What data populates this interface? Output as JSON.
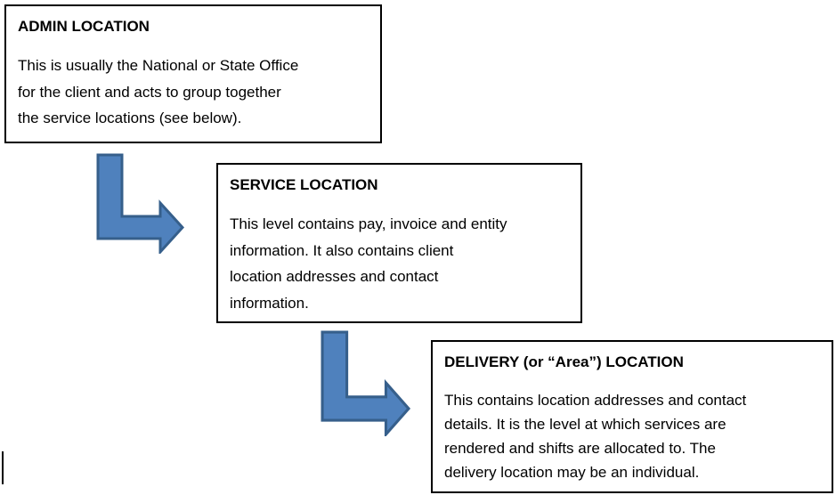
{
  "diagram": {
    "box_border_color": "#000000",
    "arrow": {
      "fill": "#4F81BD",
      "stroke": "#365F8B"
    },
    "boxes": [
      {
        "title": "ADMIN LOCATION",
        "lines": [
          "This is usually the National or State Office",
          "for the client and acts to group together",
          "the service locations (see below)."
        ]
      },
      {
        "title": "SERVICE LOCATION",
        "lines": [
          "This level contains pay, invoice and entity",
          "information. It also contains client",
          "location addresses and contact",
          "information."
        ]
      },
      {
        "title": "DELIVERY (or “Area”) LOCATION",
        "lines": [
          "This contains location addresses and contact",
          "details. It is the level at which services are",
          "rendered and shifts are allocated to. The",
          "delivery location may be an individual."
        ]
      }
    ]
  }
}
